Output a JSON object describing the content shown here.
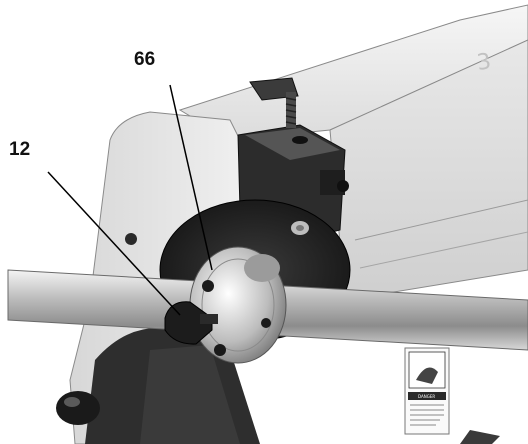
{
  "callouts": [
    {
      "id": "66",
      "label": "66"
    },
    {
      "id": "12",
      "label": "12"
    }
  ],
  "decal": {
    "heading": "DANGER"
  }
}
